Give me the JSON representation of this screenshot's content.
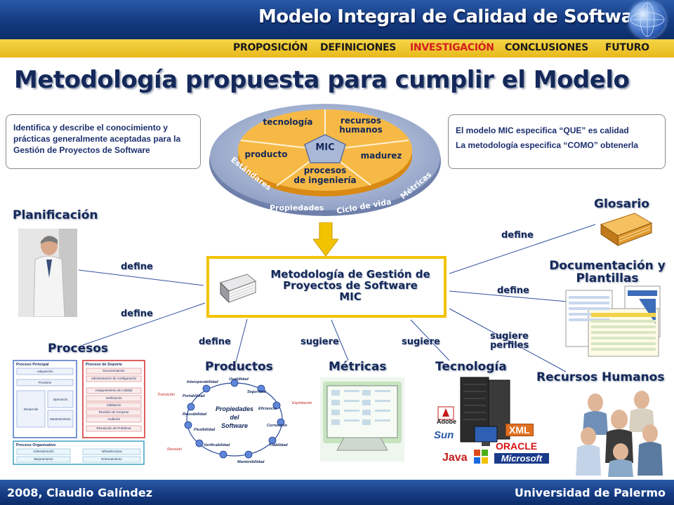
{
  "header": {
    "title": "Modelo Integral de Calidad de Software",
    "nav": [
      {
        "label": "PROPOSICIÓN",
        "active": false
      },
      {
        "label": "DEFINICIONES",
        "active": false
      },
      {
        "label": "INVESTIGACIÓN",
        "active": true
      },
      {
        "label": "CONCLUSIONES",
        "active": false
      },
      {
        "label": "FUTURO",
        "active": false
      }
    ]
  },
  "main_title": "Metodología propuesta para cumplir el Modelo",
  "info_left": "Identifica y describe el conocimiento y prácticas generalmente aceptadas para la Gestión de Proyectos de Software",
  "info_right": {
    "line1": "El modelo MIC especifica “QUE” es calidad",
    "line2": "La metodología especifica “COMO” obtenerla"
  },
  "mic_diagram": {
    "center": "MIC",
    "segments": [
      "tecnología",
      "recursos humanos",
      "madurez",
      "procesos de ingeniería",
      "producto"
    ],
    "ring": [
      "Estándares",
      "Propiedades",
      "Ciclo de vida",
      "Métricas"
    ]
  },
  "center_box": {
    "line1": "Metodología de Gestión de",
    "line2": "Proyectos de Software",
    "line3": "MIC"
  },
  "nodes": {
    "planificacion": "Planificación",
    "glosario": "Glosario",
    "documentacion_line1": "Documentación y",
    "documentacion_line2": "Plantillas",
    "procesos": "Procesos",
    "productos": "Productos",
    "metricas": "Métricas",
    "tecnologia": "Tecnología",
    "recursos": "Recursos Humanos"
  },
  "edges": {
    "define": "define",
    "sugiere": "sugiere",
    "sugiere_perfiles_line1": "sugiere",
    "sugiere_perfiles_line2": "perfiles"
  },
  "procesos_chart": {
    "principal": "Proceso Principal",
    "principal_items": [
      "Adquisición",
      "Provisión",
      "Desarrollo",
      "Operación",
      "Mantenimiento"
    ],
    "soporte": "Proceso de Soporte",
    "soporte_items": [
      "Documentación",
      "Administración de Configuración",
      "Aseguramiento de Calidad",
      "Verificación",
      "Validación",
      "Revisión de Conjunto",
      "Auditoría",
      "Resolución de Problema"
    ],
    "organizativo": "Proceso Organizativo",
    "organizativo_items": [
      "Administración",
      "Infraestructura",
      "Mejoramiento",
      "Entrenamiento"
    ]
  },
  "productos_diagram": {
    "center_line1": "Propiedades",
    "center_line2": "del",
    "center_line3": "Software",
    "properties": [
      "Usabilidad",
      "Seguridad",
      "Eficiencia",
      "Corrección",
      "Fiabilidad",
      "Mantenibilidad",
      "Verificabilidad",
      "Flexibilidad",
      "Reusabilidad",
      "Portabilidad",
      "Interoperabilidad"
    ],
    "phases": [
      "Transición",
      "Explotación",
      "Revisión"
    ]
  },
  "tech_logos": [
    "Adobe",
    "Sun",
    "Java",
    "XML",
    "ORACLE",
    "Microsoft"
  ],
  "footer": {
    "left": "2008, Claudio Galíndez",
    "right": "Universidad de Palermo"
  },
  "colors": {
    "header_blue": "#143a80",
    "nav_yellow": "#f0c832",
    "active_nav": "#d41f1f",
    "title_navy": "#14285a",
    "box_yellow": "#f2c300"
  }
}
